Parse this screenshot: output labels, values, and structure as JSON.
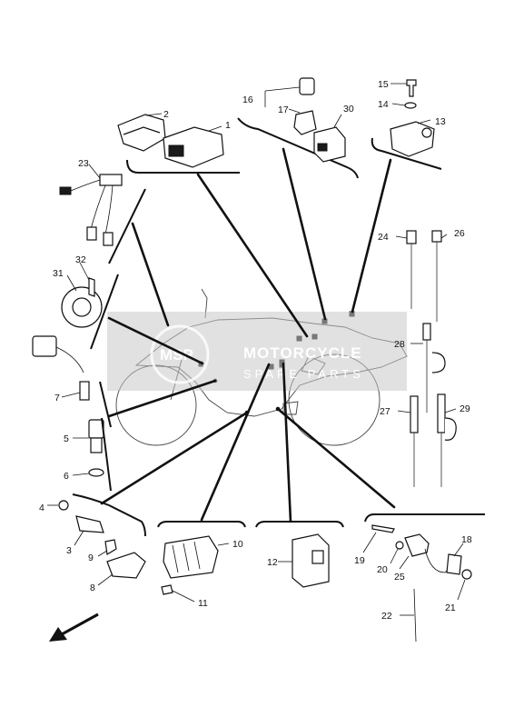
{
  "callouts": {
    "c1": "1",
    "c2": "2",
    "c3": "3",
    "c4": "4",
    "c5": "5",
    "c6": "6",
    "c7": "7",
    "c8": "8",
    "c9": "9",
    "c10": "10",
    "c11": "11",
    "c12": "12",
    "c13": "13",
    "c14": "14",
    "c15": "15",
    "c16": "16",
    "c17": "17",
    "c18": "18",
    "c19": "19",
    "c20": "20",
    "c21": "21",
    "c22": "22",
    "c23": "23",
    "c24": "24",
    "c25": "25",
    "c26": "26",
    "c27": "27",
    "c28": "28",
    "c29": "29",
    "c30": "30",
    "c31": "31",
    "c32": "32"
  },
  "watermark": {
    "logo": "MSP",
    "line1": "MOTORCYCLE",
    "line2": "SPARE PARTS"
  }
}
